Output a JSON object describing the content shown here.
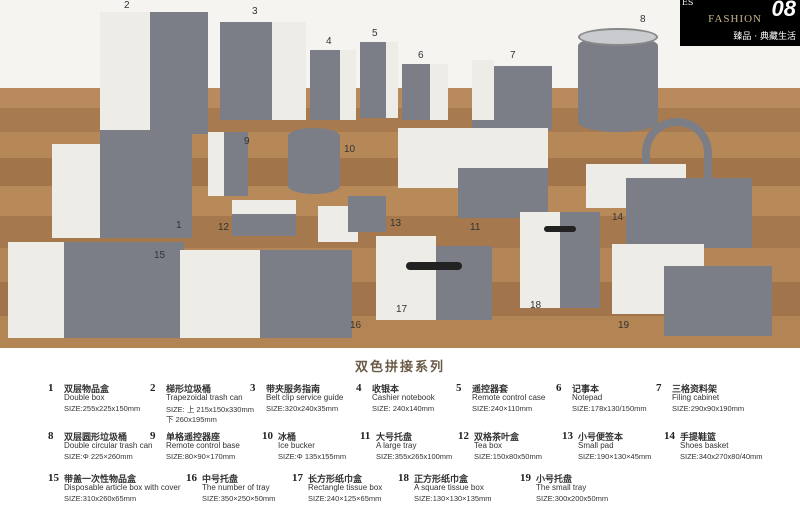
{
  "header": {
    "series_code": "08",
    "side_text": "ES",
    "fashion": "FASHION",
    "slogan": "臻品 · 典藏生活"
  },
  "photo_numbers": [
    "1",
    "2",
    "3",
    "4",
    "5",
    "6",
    "7",
    "8",
    "9",
    "10",
    "11",
    "12",
    "13",
    "14",
    "15",
    "16",
    "17",
    "18",
    "19"
  ],
  "series_title": "双色拼接系列",
  "items": [
    {
      "n": "1",
      "cn": "双层物品盒",
      "en": "Double box",
      "size": "SIZE:255x225x150mm",
      "size2": ""
    },
    {
      "n": "2",
      "cn": "梯形垃圾桶",
      "en": "Trapezoidal trash can",
      "size": "SIZE: 上 215x150x330mm",
      "size2": "下 260x195mm"
    },
    {
      "n": "3",
      "cn": "带夹服务指南",
      "en": "Belt clip service guide",
      "size": "SIZE:320x240x35mm",
      "size2": ""
    },
    {
      "n": "4",
      "cn": "收银本",
      "en": "Cashier notebook",
      "size": "SIZE: 240x140mm",
      "size2": ""
    },
    {
      "n": "5",
      "cn": "遥控器套",
      "en": "Remote control case",
      "size": "SIZE:240×110mm",
      "size2": ""
    },
    {
      "n": "6",
      "cn": "记事本",
      "en": "Notepad",
      "size": "SIZE:178x130/150mm",
      "size2": ""
    },
    {
      "n": "7",
      "cn": "三格资料架",
      "en": "Filing cabinet",
      "size": "SIZE:290x90x190mm",
      "size2": ""
    },
    {
      "n": "8",
      "cn": "双层圆形垃圾桶",
      "en": "Double circular trash can",
      "size": "SIZE:Φ 225×260mm",
      "size2": ""
    },
    {
      "n": "9",
      "cn": "单格遥控器座",
      "en": "Remote control base",
      "size": "SIZE:80×90×170mm",
      "size2": ""
    },
    {
      "n": "10",
      "cn": "冰桶",
      "en": "Ice bucker",
      "size": "SIZE:Φ 135x155mm",
      "size2": ""
    },
    {
      "n": "11",
      "cn": "大号托盘",
      "en": "A large tray",
      "size": "SIZE:355x265x100mm",
      "size2": ""
    },
    {
      "n": "12",
      "cn": "双格茶叶盒",
      "en": "Tea box",
      "size": "SIZE:150x80x50mm",
      "size2": ""
    },
    {
      "n": "13",
      "cn": "小号便签本",
      "en": "Small pad",
      "size": "SIZE:190×130×45mm",
      "size2": ""
    },
    {
      "n": "14",
      "cn": "手提鞋篮",
      "en": "Shoes basket",
      "size": "SIZE:340x270x80/40mm",
      "size2": ""
    },
    {
      "n": "15",
      "cn": "带盖一次性物品盒",
      "en": "Disposable article box with cover",
      "size": "SIZE:310x260x65mm",
      "size2": ""
    },
    {
      "n": "16",
      "cn": "中号托盘",
      "en": "The number of tray",
      "size": "SIZE:350×250×50mm",
      "size2": ""
    },
    {
      "n": "17",
      "cn": "长方形纸巾盒",
      "en": "Rectangle tissue box",
      "size": "SIZE:240×125×65mm",
      "size2": ""
    },
    {
      "n": "18",
      "cn": "正方形纸巾盒",
      "en": "A square tissue box",
      "size": "SIZE:130×130×135mm",
      "size2": ""
    },
    {
      "n": "19",
      "cn": "小号托盘",
      "en": "The small tray",
      "size": "SIZE:300x200x50mm",
      "size2": ""
    }
  ]
}
